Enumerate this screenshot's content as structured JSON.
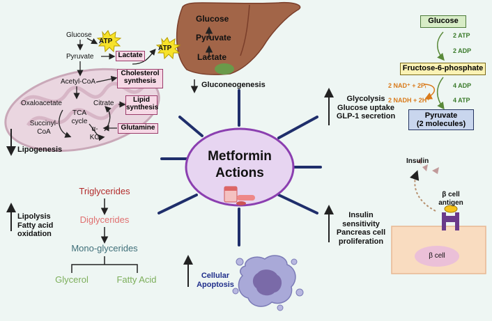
{
  "center": {
    "title_line1": "Metformin",
    "title_line2": "Actions"
  },
  "liver": {
    "glucose": "Glucose",
    "pyruvate": "Pyruvate",
    "lactate": "Lactate",
    "effect": "Gluconeogenesis"
  },
  "mito": {
    "glucose": "Glucose",
    "atp1": "ATP",
    "pyruvate": "Pyruvate",
    "lactate": "Lactate",
    "atp2": "ATP",
    "acetylcoa": "Acetyl-CoA",
    "cholesterol_l1": "Cholesterol",
    "cholesterol_l2": "synthesis",
    "oxaloacetate": "Oxaloacetate",
    "citrate": "Citrate",
    "lipid_l1": "Lipid",
    "lipid_l2": "synthesis",
    "tca_l1": "TCA",
    "tca_l2": "cycle",
    "succinyl_l1": "Succinyl-",
    "succinyl_l2": "CoA",
    "akg_l1": "α-",
    "akg_l2": "KG",
    "glutamine": "Glutamine",
    "effect": "Lipogenesis"
  },
  "glycolysis": {
    "glucose": "Glucose",
    "atp_in": "2 ATP",
    "adp_out": "2 ADP",
    "f6p": "Fructose-6-phosphate",
    "nad": "2 NAD⁺ + 2Pᵢ",
    "nadh": "2 NADH + 2H⁺",
    "adp_in": "4 ADP",
    "atp_out": "4 ATP",
    "pyruvate_l1": "Pyruvate",
    "pyruvate_l2": "(2 molecules)",
    "effect_l1": "Glycolysis",
    "effect_l2": "Glucose uptake",
    "effect_l3": "GLP-1 secretion"
  },
  "beta": {
    "insulin": "Insulin",
    "antigen_l1": "β cell",
    "antigen_l2": "antigen",
    "cell": "β cell",
    "effect_l1": "Insulin",
    "effect_l2": "sensitivity",
    "effect_l3": "Pancreas cell",
    "effect_l4": "proliferation"
  },
  "apoptosis": {
    "l1": "Cellular",
    "l2": "Apoptosis"
  },
  "lipolysis": {
    "triglycerides": "Triglycerides",
    "diglycerides": "Diglycerides",
    "mono": "Mono-glycerides",
    "glycerol": "Glycerol",
    "fatty_acid": "Fatty Acid",
    "effect_l1": "Lipolysis",
    "effect_l2": "Fatty acid",
    "effect_l3": "oxidation"
  },
  "colors": {
    "spoke": "#1f2e6b",
    "ellipse_fill": "#e7d5f1",
    "ellipse_stroke": "#8b3fb0",
    "triglycerides": "#b22a2a",
    "diglycerides": "#e07070",
    "mono": "#3e6e78",
    "products": "#7cae5a",
    "apoptosis_text": "#1f2e8b"
  }
}
